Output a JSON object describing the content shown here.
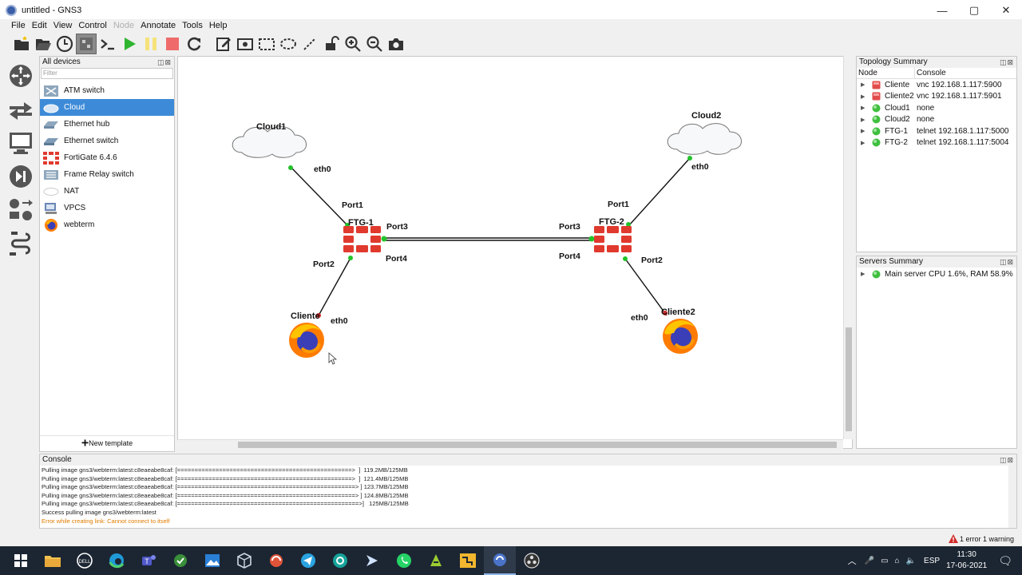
{
  "window": {
    "title": "untitled - GNS3",
    "minimize": "—",
    "maximize": "▢",
    "close": "✕"
  },
  "menu": {
    "items": [
      "File",
      "Edit",
      "View",
      "Control",
      "Node",
      "Annotate",
      "Tools",
      "Help"
    ],
    "disabled": [
      "Node"
    ]
  },
  "devices_panel": {
    "title": "All devices",
    "filter_placeholder": "Filter",
    "items": [
      "ATM switch",
      "Cloud",
      "Ethernet hub",
      "Ethernet switch",
      "FortiGate 6.4.6",
      "Frame Relay switch",
      "NAT",
      "VPCS",
      "webterm"
    ],
    "selected": "Cloud",
    "new_template": "New template"
  },
  "topology": {
    "nodes": {
      "cloud1": "Cloud1",
      "cloud2": "Cloud2",
      "ftg1": "FTG-1",
      "ftg2": "FTG-2",
      "cliente1": "Cliente",
      "cliente2": "Cliente2"
    },
    "ports": {
      "c1_eth0": "eth0",
      "f1_p1": "Port1",
      "f1_p3": "Port3",
      "f1_p2": "Port2",
      "f1_p4": "Port4",
      "cl1_eth0": "eth0",
      "c2_eth0": "eth0",
      "f2_p1": "Port1",
      "f2_p3": "Port3",
      "f2_p4": "Port4",
      "f2_p2": "Port2",
      "cl2_eth0": "eth0"
    }
  },
  "topology_summary": {
    "title": "Topology Summary",
    "col_node": "Node",
    "col_console": "Console",
    "rows": [
      {
        "node": "Cliente",
        "console": "vnc 192.168.1.117:5900",
        "status": "stopped"
      },
      {
        "node": "Cliente2",
        "console": "vnc 192.168.1.117:5901",
        "status": "stopped"
      },
      {
        "node": "Cloud1",
        "console": "none",
        "status": "running"
      },
      {
        "node": "Cloud2",
        "console": "none",
        "status": "running"
      },
      {
        "node": "FTG-1",
        "console": "telnet 192.168.1.117:5000",
        "status": "running"
      },
      {
        "node": "FTG-2",
        "console": "telnet 192.168.1.117:5004",
        "status": "running"
      }
    ]
  },
  "servers_summary": {
    "title": "Servers Summary",
    "server": "Main server CPU 1.6%, RAM 58.9%"
  },
  "console": {
    "title": "Console",
    "lines": [
      "Pulling image gns3/webterm:latest:c8eaeabe8caf: [==================================================>  ]  119.2MB/125MB",
      "Pulling image gns3/webterm:latest:c8eaeabe8caf: [==================================================>  ]  121.4MB/125MB",
      "Pulling image gns3/webterm:latest:c8eaeabe8caf: [===================================================> ] 123.7MB/125MB",
      "Pulling image gns3/webterm:latest:c8eaeabe8caf: [===================================================> ] 124.8MB/125MB",
      "Pulling image gns3/webterm:latest:c8eaeabe8caf: [====================================================>]   125MB/125MB",
      "Success pulling image gns3/webterm:latest"
    ],
    "error_line": "Error while creating link: Cannot connect to itself"
  },
  "status_bar": {
    "warning": "1 error 1 warning"
  },
  "taskbar": {
    "time": "11:30",
    "date": "17-06-2021",
    "lang": "ESP"
  },
  "colors": {
    "selection": "#3d8bd8",
    "fortinet_red": "#e03a2e",
    "link_green": "#22c32a",
    "error_orange": "#e07b00",
    "taskbar": "#1c2633"
  }
}
